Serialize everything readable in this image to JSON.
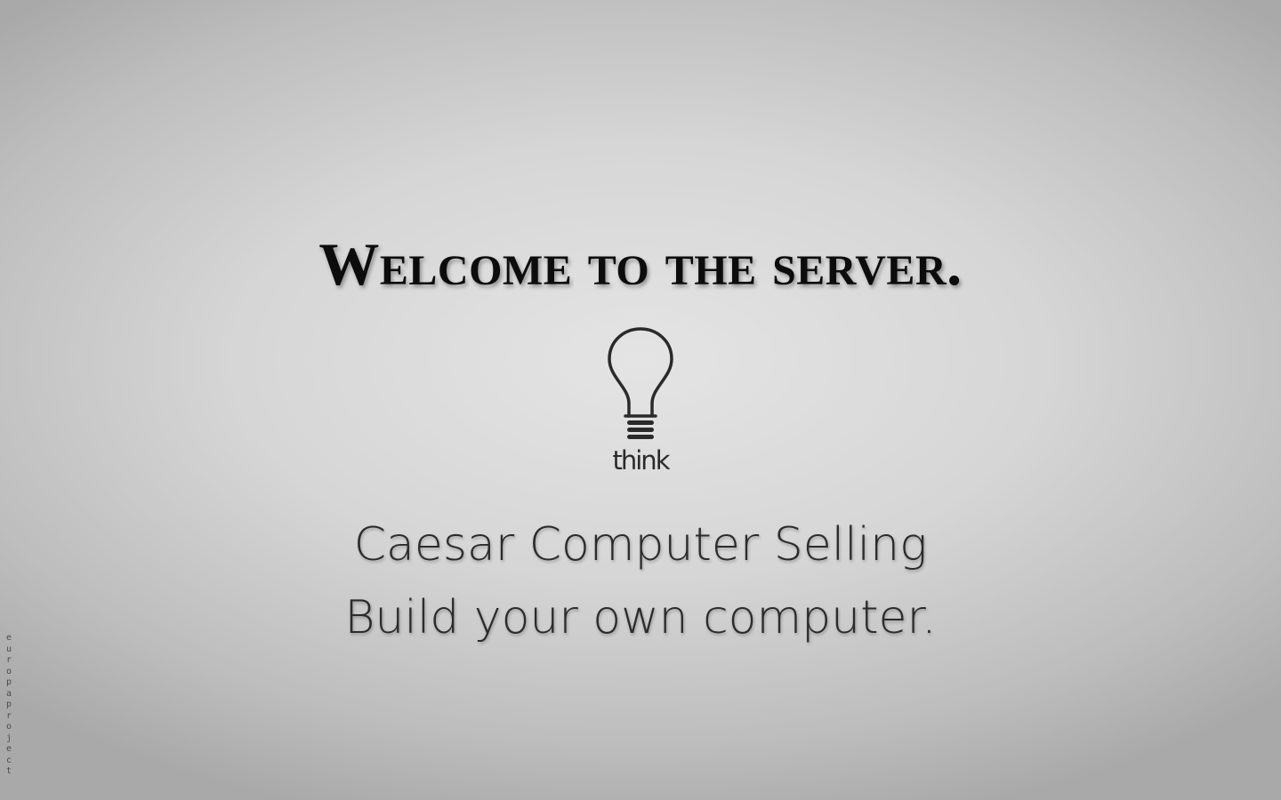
{
  "headline": "Welcome to the server.",
  "logo": {
    "icon": "lightbulb-icon",
    "word": "think"
  },
  "tagline": {
    "line1": "Caesar Computer Selling",
    "line2": "Build your own computer."
  },
  "side_credit": "europa project",
  "colors": {
    "background_center": "#e4e4e4",
    "background_edge": "#a9a9a9",
    "headline": "#0c0c0c",
    "text": "#2b2b2b"
  }
}
